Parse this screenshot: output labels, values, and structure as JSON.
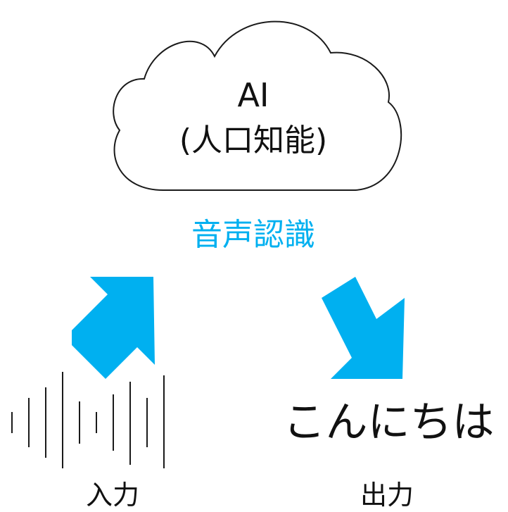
{
  "cloud": {
    "title": "AI",
    "subtitle": "(人口知能)"
  },
  "process_label": "音声認識",
  "output_text": "こんにちは",
  "labels": {
    "input": "入力",
    "output": "出力"
  },
  "colors": {
    "accent": "#00B0F0",
    "line": "#1A1A1A",
    "text": "#111111"
  },
  "icons": {
    "cloud": "cloud-outline",
    "input_arrow": "arrow-up-right-icon",
    "output_arrow": "arrow-down-right-icon",
    "waveform": "sound-wave-icon"
  }
}
